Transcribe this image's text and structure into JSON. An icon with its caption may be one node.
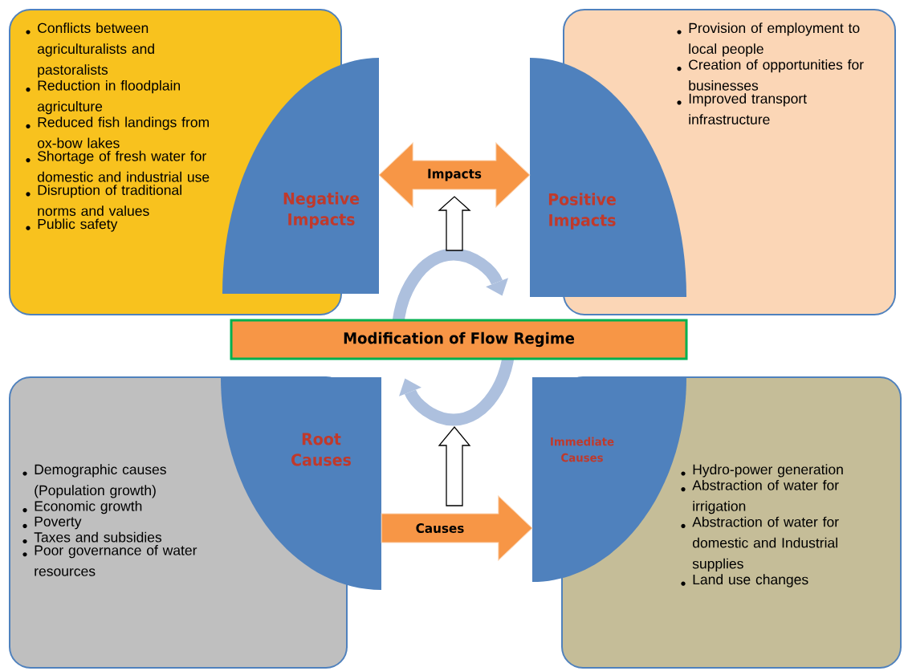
{
  "diagram": {
    "nodes": [
      {
        "text": [
          "Conflicts between agriculturalists and pastoralists",
          "Reduction in floodplain agriculture",
          "Reduced fish landings from ox-bow lakes",
          "Shortage of fresh water for domestic and industrial use",
          "Disruption of traditional norms and values",
          "Public safety"
        ]
      },
      {
        "text": [
          "Provision of employment to local people",
          "Creation of opportunities for businesses",
          "Improved transport infrastructure"
        ]
      },
      {
        "text": [
          "Demographic causes (Population growth)",
          "Economic growth",
          "Poverty",
          "Taxes and subsidies",
          "Poor governance of water resources"
        ]
      },
      {
        "text": [
          "Hydro-power generation",
          "Abstraction of water for irrigation",
          "Abstraction of water for domestic and Industrial supplies",
          "Land use changes"
        ]
      },
      {
        "text": [
          "Negative Impacts"
        ]
      },
      {
        "text": [
          "Positive Impacts"
        ]
      },
      {
        "text": [
          "Root Causes"
        ]
      },
      {
        "text": [
          "Immediate Causes"
        ]
      },
      {
        "text": [
          "Modification of Flow Regime"
        ]
      }
    ],
    "edges": [
      {
        "from": 4,
        "to": 5,
        "arrow": "both",
        "label": "Impacts"
      },
      {
        "from": 6,
        "to": 7,
        "arrow": "to",
        "label": "Causes"
      }
    ]
  }
}
